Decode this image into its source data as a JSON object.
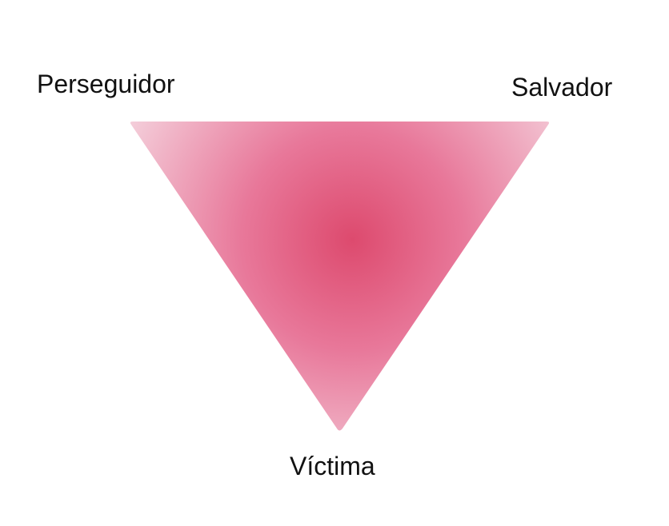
{
  "diagram": {
    "labels": {
      "perseguidor": "Perseguidor",
      "salvador": "Salvador",
      "victima": "Víctima"
    },
    "colors": {
      "center": "#dd4a6e",
      "mid": "#e8789a",
      "edge": "#f5d6e0"
    }
  }
}
